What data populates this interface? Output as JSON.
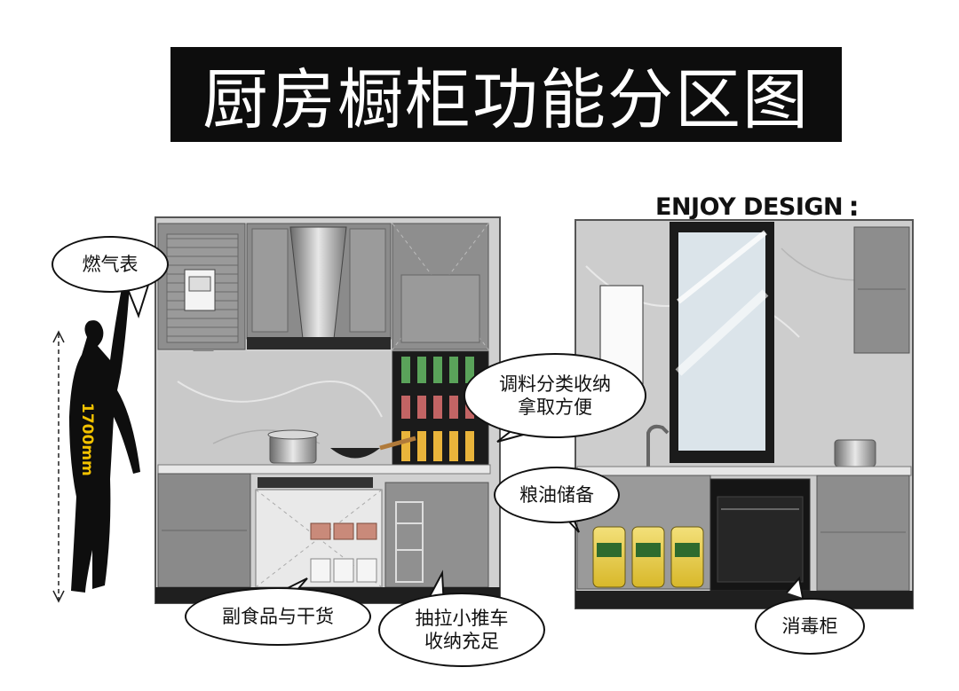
{
  "title": "厨房橱柜功能分区图",
  "brand": "ENJOY DESIGN",
  "brand_colon": ":",
  "dimension": "1700mm",
  "callouts": {
    "gas_meter": "燃气表",
    "seasoning_line1": "调料分类收纳",
    "seasoning_line2": "拿取方便",
    "grain_oil": "粮油储备",
    "dry_goods": "副食品与干货",
    "cart_line1": "抽拉小推车",
    "cart_line2": "收纳充足",
    "sterilizer": "消毒柜"
  },
  "colors": {
    "cabinet": "#8d8d8d",
    "cabinet_dark": "#6f6f6f",
    "marble": "#c9c9c9",
    "accent_yellow": "#f2c200",
    "frame": "#1b1b1b"
  }
}
